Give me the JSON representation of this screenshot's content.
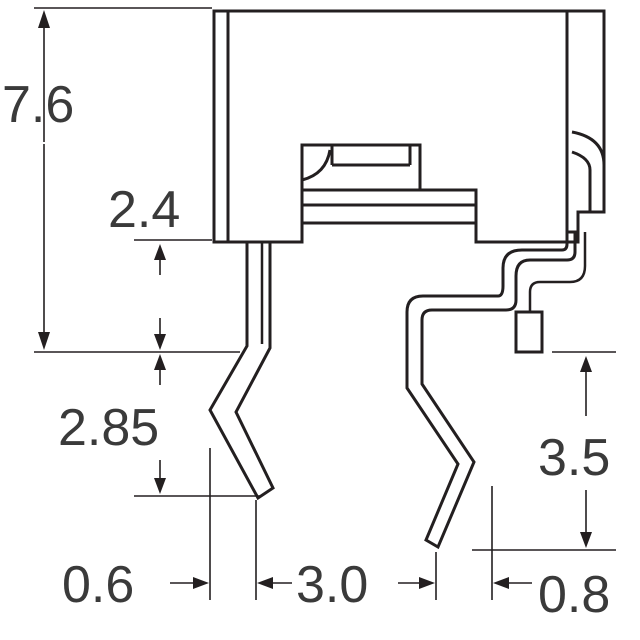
{
  "dimensions": {
    "height_total": "7.6",
    "body_offset": "2.4",
    "lead_height_left": "2.85",
    "lead_height_right": "3.5",
    "lead_offset_left": "0.6",
    "pitch": "3.0",
    "lead_offset_right": "0.8"
  },
  "colors": {
    "line": "#231f20",
    "text": "#3a3a3a",
    "background": "#ffffff"
  }
}
